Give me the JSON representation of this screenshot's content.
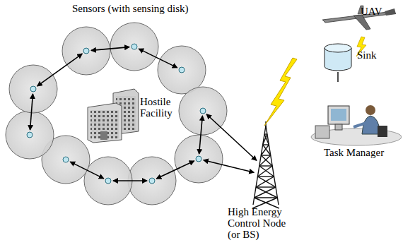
{
  "diagram": {
    "nodes": [
      {
        "text": [
          "UAV"
        ]
      },
      {
        "text": [
          "Sink"
        ]
      },
      {
        "text": [
          "Task Manager"
        ]
      },
      {
        "text": [
          "High Energy Control Node (or BS)"
        ]
      }
    ],
    "edges": [
      {
        "from": 1,
        "to": 2,
        "arrow": "none"
      }
    ],
    "labels": [
      "Sensors (with sensing disk)",
      "Hostile Facility"
    ]
  }
}
